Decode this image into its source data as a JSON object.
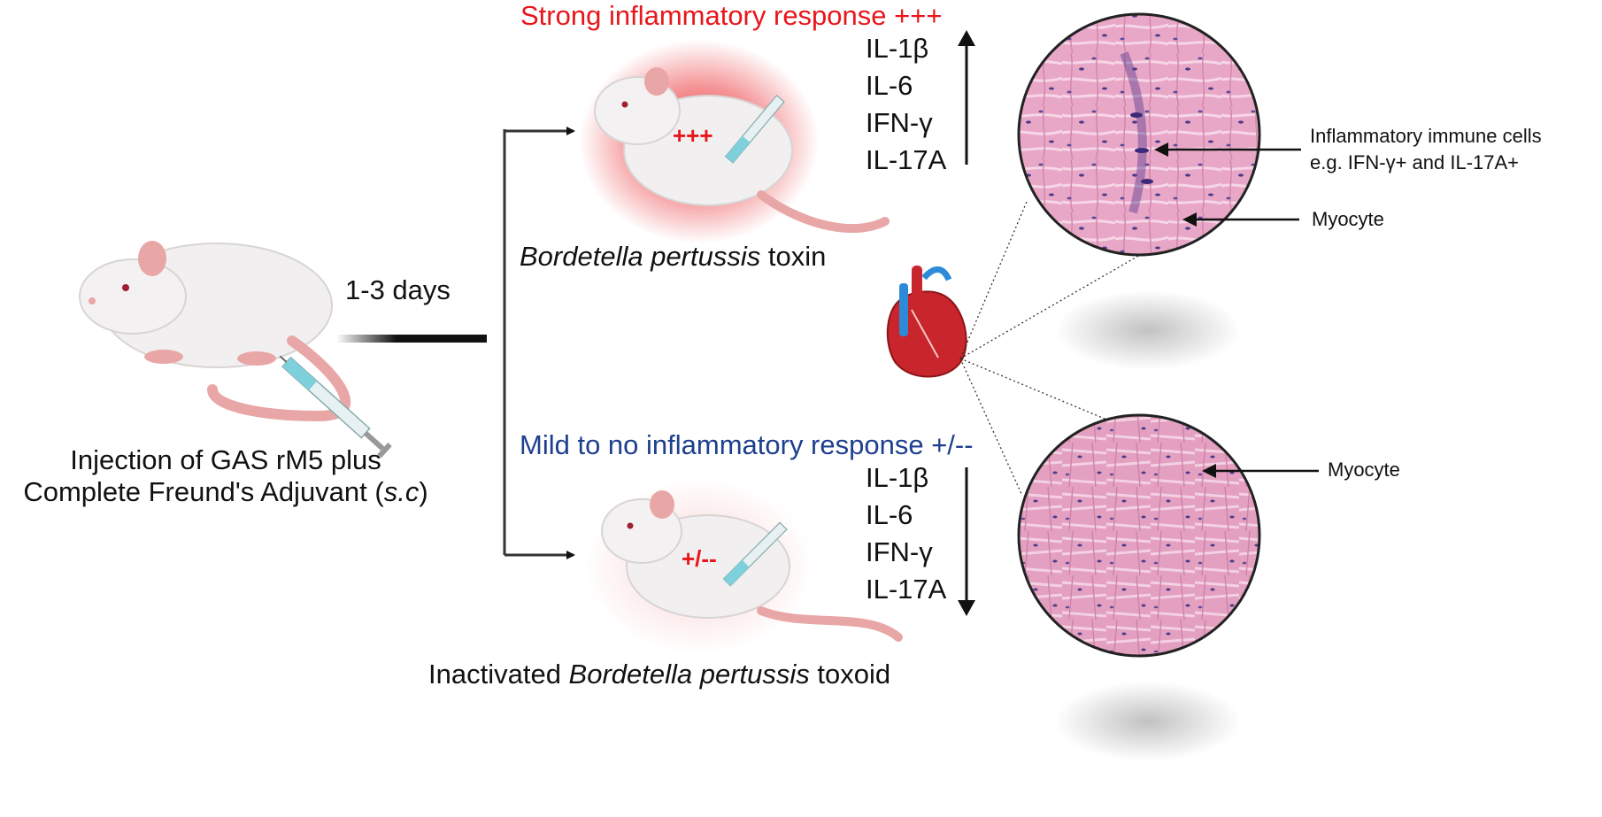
{
  "left_caption": {
    "line1": "Injection of GAS rM5 plus",
    "line2_pre": "Complete Freund's Adjuvant (",
    "line2_italic": "s.c",
    "line2_post": ")"
  },
  "timeline_label": "1-3 days",
  "top_branch": {
    "response_title": "Strong inflammatory response +++",
    "mouse_mark": "+++",
    "caption_italic": "Bordetella pertussis",
    "caption_post": " toxin",
    "cytokines": [
      "IL-1β",
      "IL-6",
      "IFN-γ",
      "IL-17A"
    ],
    "trend": "up"
  },
  "bottom_branch": {
    "response_title": "Mild to no inflammatory response +/--",
    "mouse_mark": "+/--",
    "caption_pre": "Inactivated ",
    "caption_italic": "Bordetella pertussis",
    "caption_post": " toxoid",
    "cytokines": [
      "IL-1β",
      "IL-6",
      "IFN-γ",
      "IL-17A"
    ],
    "trend": "down"
  },
  "histology_top": {
    "annotation_1_line1": "Inflammatory immune cells",
    "annotation_1_line2": "e.g. IFN-γ+ and IL-17A+",
    "annotation_2": "Myocyte"
  },
  "histology_bottom": {
    "annotation_1": "Myocyte"
  },
  "colors": {
    "strong": "#e8161b",
    "mild": "#1e3f8f",
    "tissue": "#e6a2c2",
    "nuclei": "#4a3a8a",
    "mouse_body": "#f1efef",
    "mouse_pink": "#e9a6a6"
  }
}
